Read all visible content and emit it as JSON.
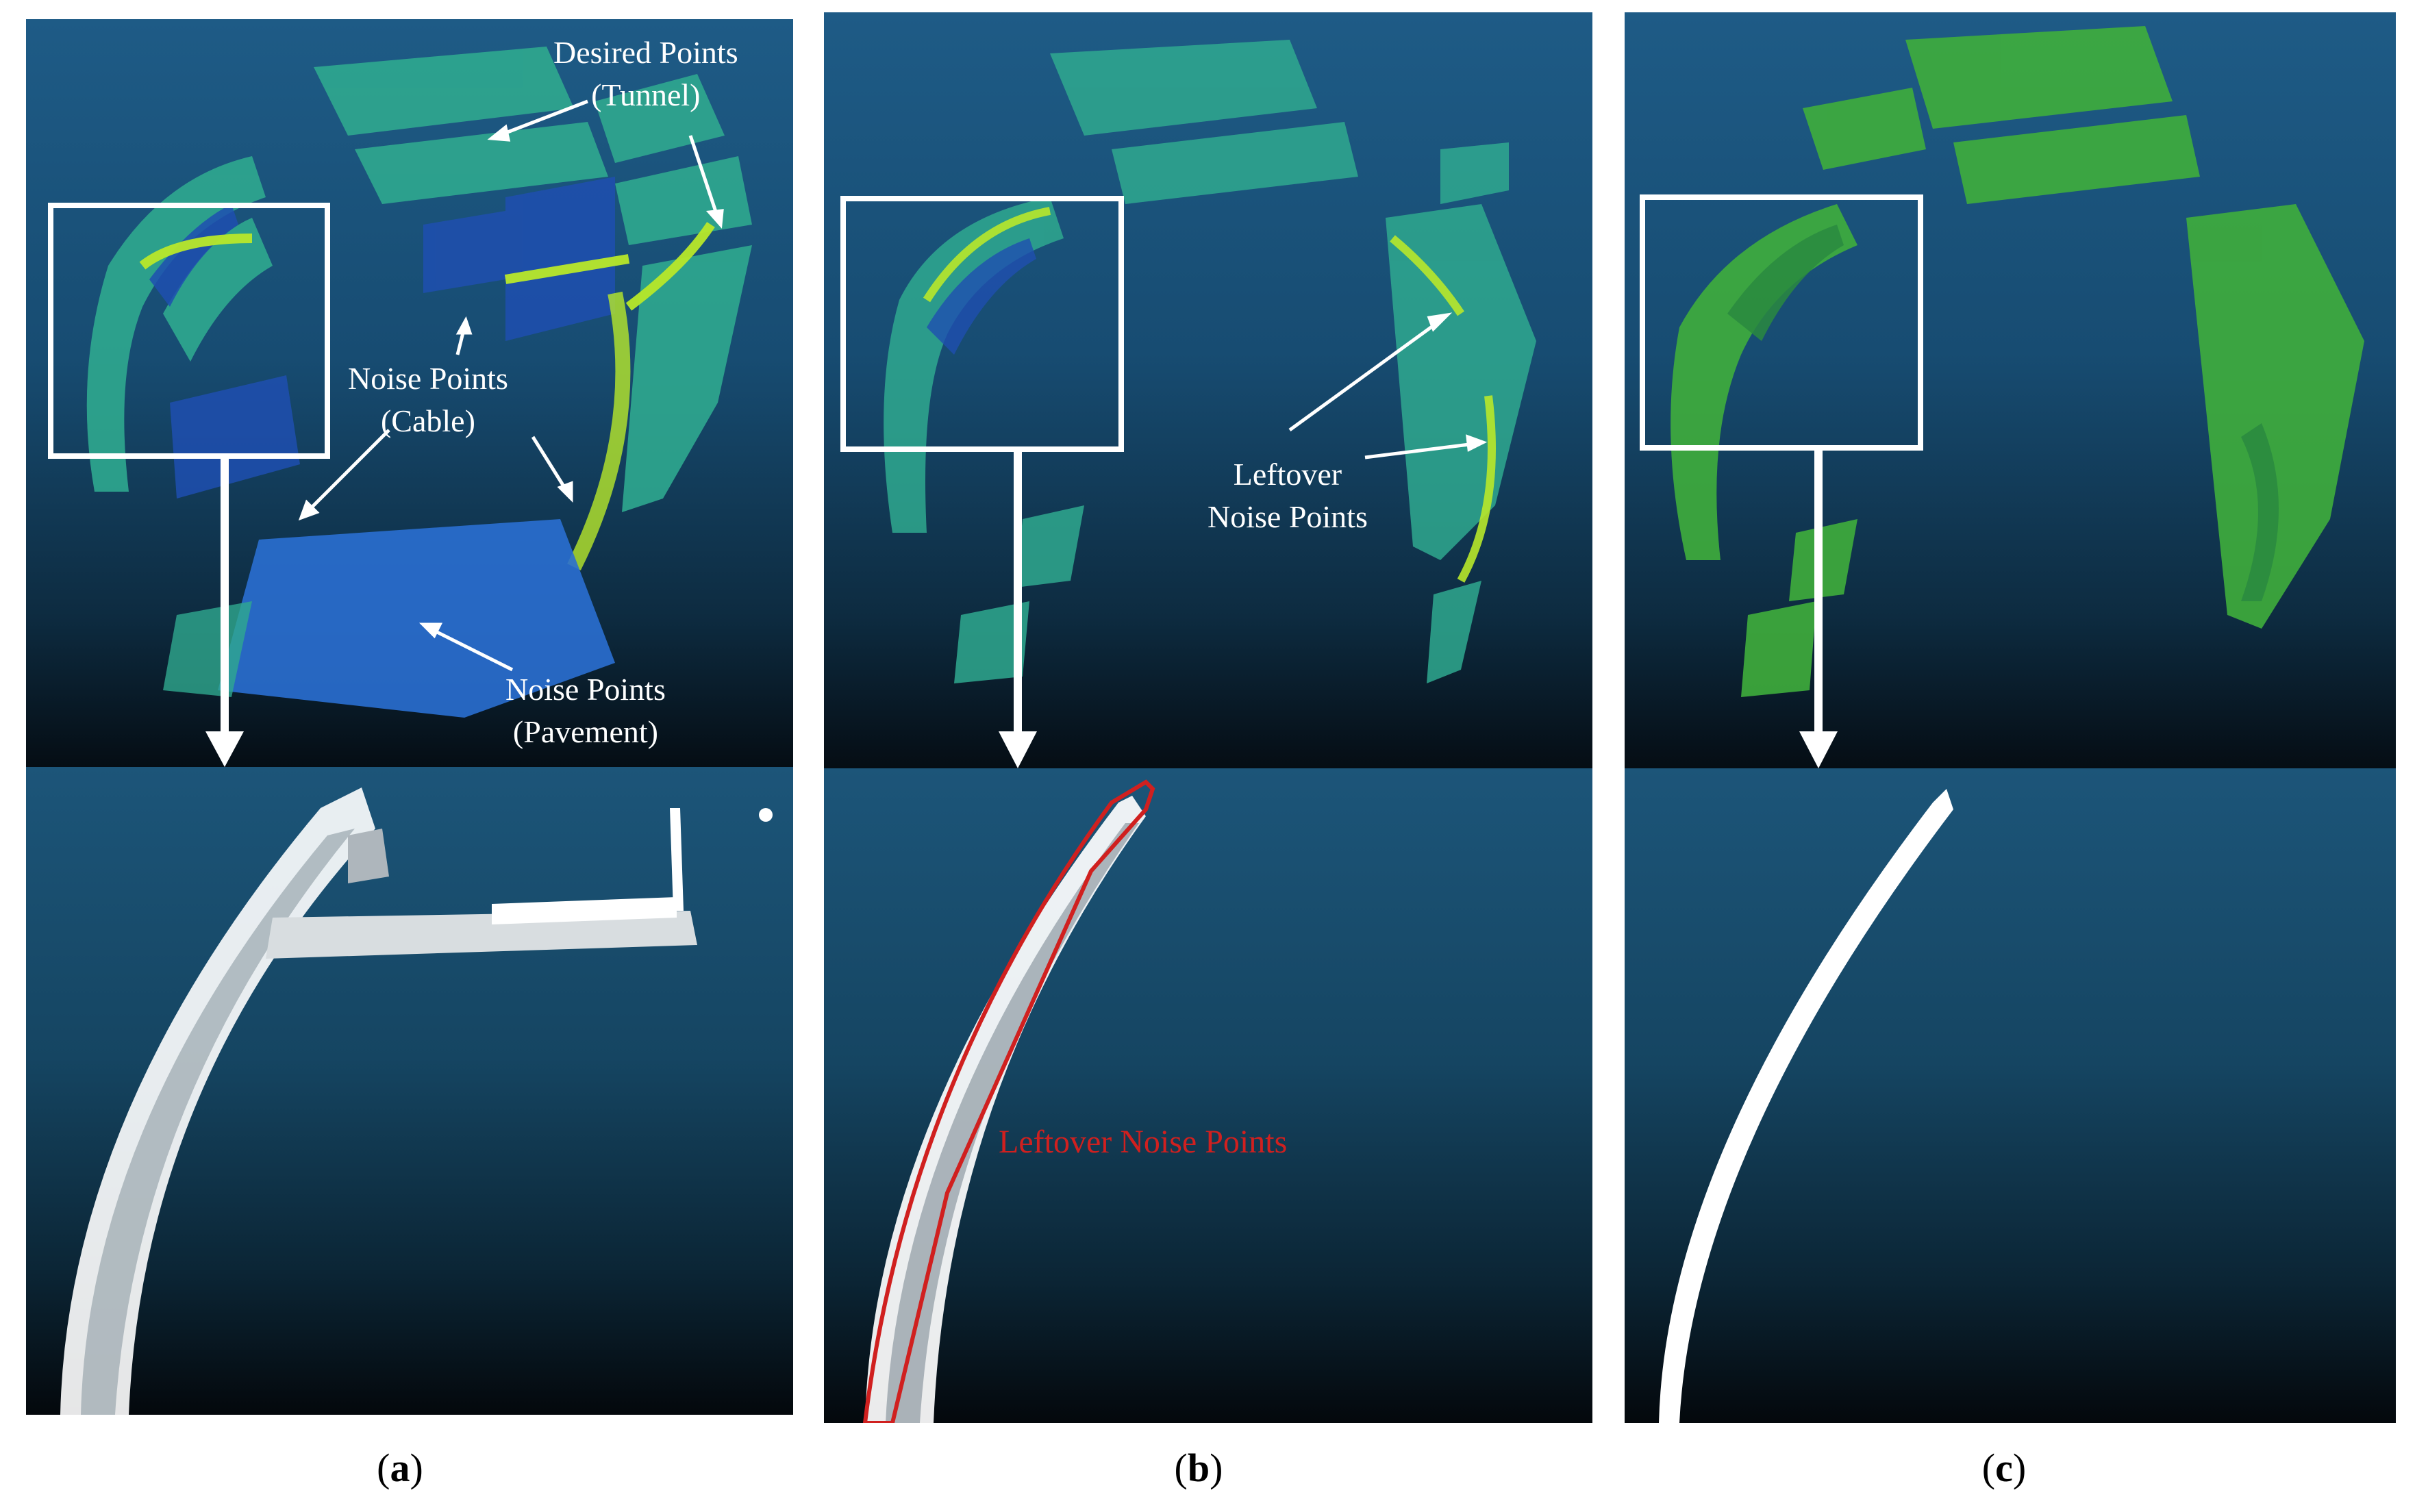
{
  "panels": {
    "a": {
      "caption_letter": "a",
      "labels": {
        "desired": [
          "Desired Points",
          "(Tunnel)"
        ],
        "cable": [
          "Noise Points",
          "(Cable)"
        ],
        "pavement": [
          "Noise Points",
          "(Pavement)"
        ]
      }
    },
    "b": {
      "caption_letter": "b",
      "labels": {
        "leftover": [
          "Leftover",
          "Noise Points"
        ],
        "leftover_red": "Leftover Noise Points"
      }
    },
    "c": {
      "caption_letter": "c"
    }
  },
  "colors": {
    "background_top": "#1e5b86",
    "background_bottom": "#050d14",
    "scan_cyan": "#2fa98f",
    "scan_blue": "#1f4fb0",
    "scan_green": "#3fae3c",
    "highlight_yellow": "#b8e82a",
    "crop_box": "#ffffff",
    "noise_outline": "#d0201f"
  }
}
